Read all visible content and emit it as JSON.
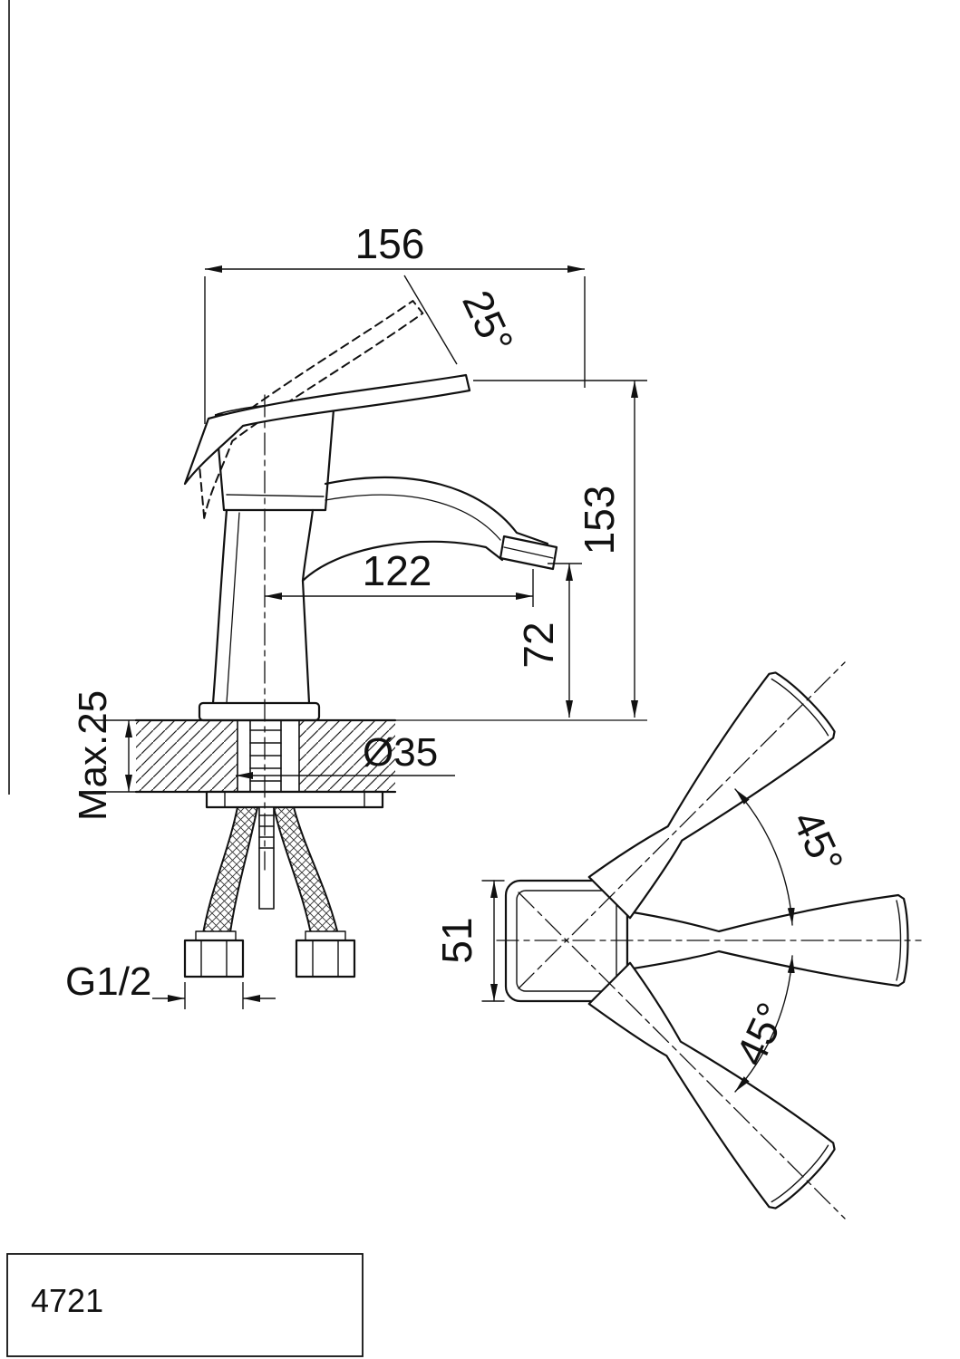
{
  "colors": {
    "line": "#111111",
    "background": "#ffffff"
  },
  "title_block": {
    "model": "4721"
  },
  "side_view": {
    "dim_overall_depth": "156",
    "dim_handle_angle": "25°",
    "dim_height": "153",
    "dim_spout_reach": "122",
    "dim_spout_height": "72",
    "dim_max_thickness": "Max.25",
    "dim_hole_diameter": "Ø35",
    "dim_thread": "G1/2"
  },
  "top_view": {
    "dim_handle_width": "51",
    "dim_swing_up": "45°",
    "dim_swing_down": "45°"
  }
}
